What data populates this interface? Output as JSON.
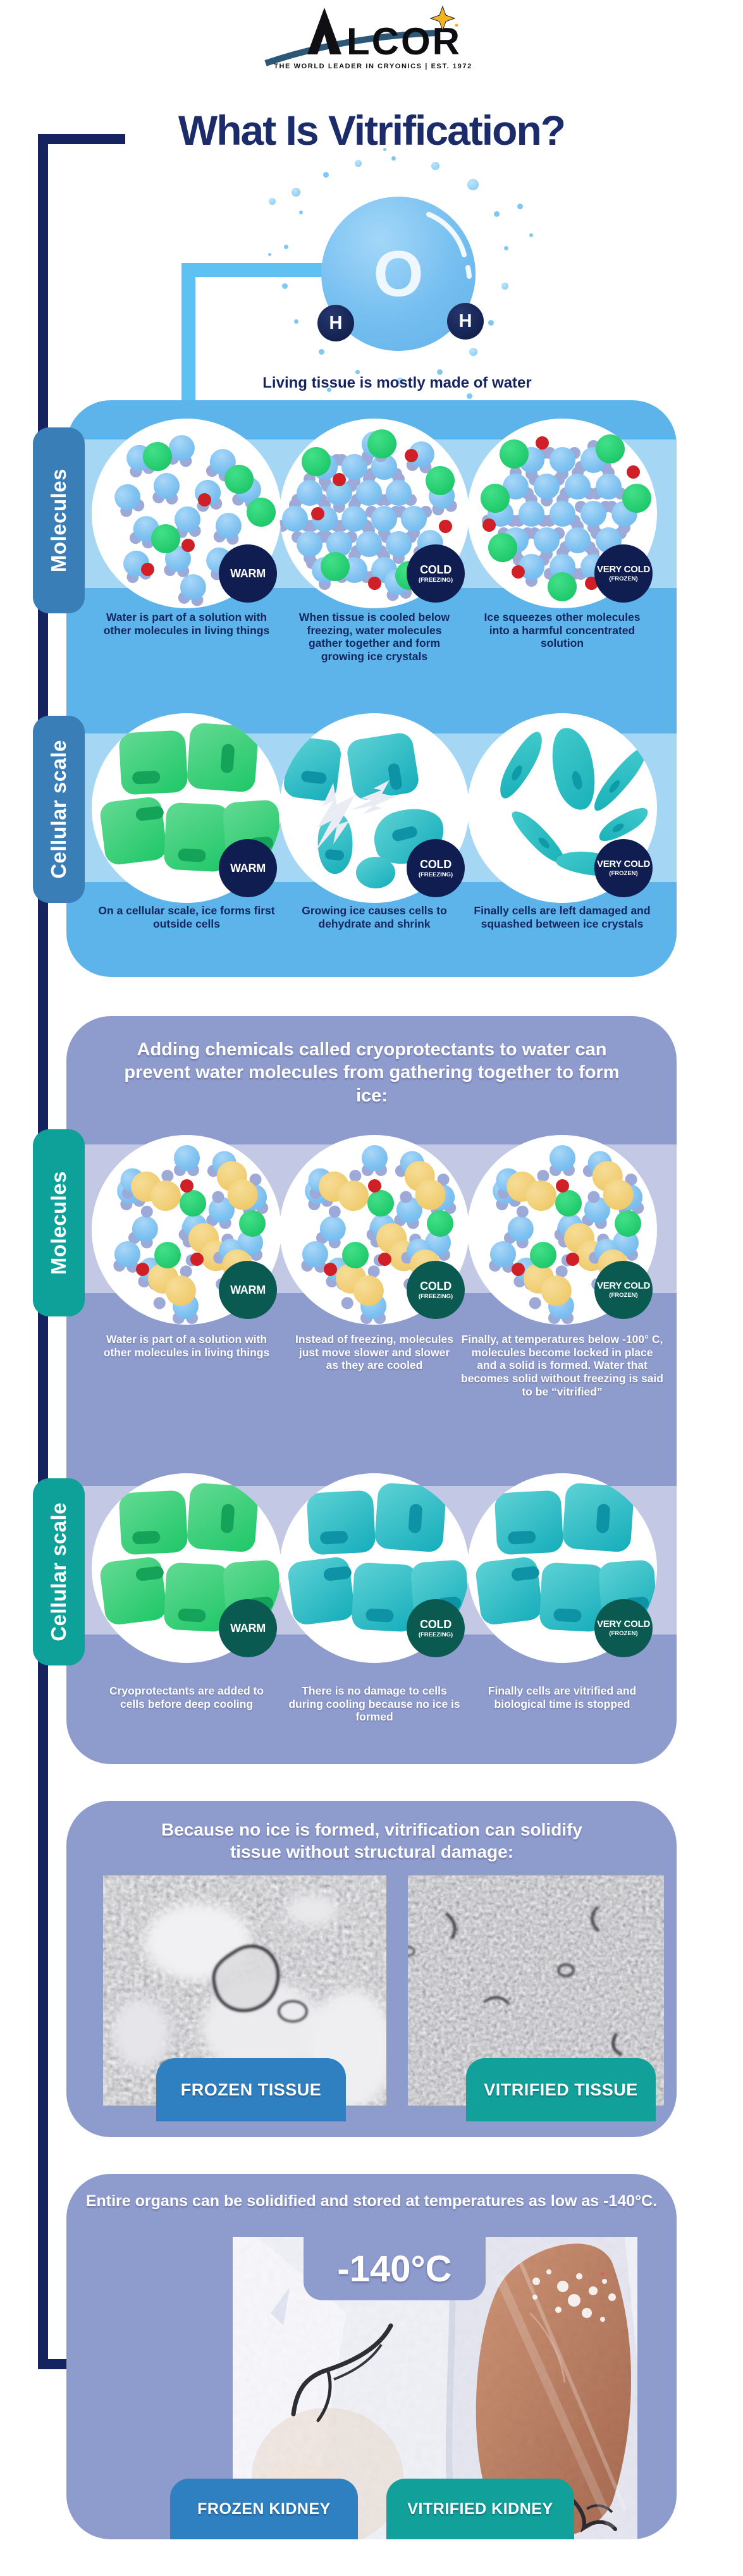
{
  "logo": {
    "letters": "LCOR",
    "tagline": "THE WORLD LEADER IN CRYONICS | EST. 1972"
  },
  "title": "What Is Vitrification?",
  "intro": {
    "o": "O",
    "h": "H",
    "caption": "Living tissue is mostly made of water"
  },
  "badges": {
    "warm": "WARM",
    "cold": "COLD",
    "cold_sub": "(FREEZING)",
    "very_cold": "VERY COLD",
    "very_cold_sub": "(FROZEN)"
  },
  "panel1": {
    "row1": {
      "label": "Molecules",
      "captions": [
        "Water is part of a solution with other molecules in living things",
        "When tissue is cooled below freezing, water molecules gather together and form growing ice crystals",
        "Ice squeezes other molecules into a harmful concentrated solution"
      ]
    },
    "row2": {
      "label": "Cellular scale",
      "captions": [
        "On a cellular scale, ice forms first outside cells",
        "Growing ice causes cells to dehydrate and shrink",
        "Finally cells are left damaged and squashed between ice crystals"
      ]
    }
  },
  "panel2": {
    "heading": "Adding chemicals called cryoprotectants to water can\nprevent water molecules from gathering together to form ice:",
    "row1": {
      "label": "Molecules",
      "captions": [
        "Water is part of a solution with other molecules in living things",
        "Instead of freezing, molecules just move slower and slower as they are cooled",
        "Finally, at temperatures below -100° C, molecules become locked in place and a solid is formed. Water that becomes solid without freezing is said to be “vitrified”"
      ]
    },
    "row2": {
      "label": "Cellular scale",
      "captions": [
        "Cryoprotectants are added to cells before deep cooling",
        "There is no damage to cells during cooling because no ice is formed",
        "Finally cells are vitrified and biological time is stopped"
      ]
    }
  },
  "panel3": {
    "heading": "Because no ice is formed, vitrification can solidify\ntissue without structural damage:",
    "labels": [
      "FROZEN TISSUE",
      "VITRIFIED TISSUE"
    ]
  },
  "panel4": {
    "heading": "Entire organs can be solidified and stored at temperatures as low as -140°C.",
    "temp": "-140°C",
    "labels": [
      "FROZEN KIDNEY",
      "VITRIFIED KIDNEY"
    ]
  },
  "colors": {
    "navy": "#15245e",
    "panel_blue": "#5cb4eb",
    "band_blue": "#a5d7f5",
    "panel_lavender": "#8e9bcd",
    "band_lavender": "#c3c9e4",
    "tab_blue": "#3a7eb8",
    "tab_teal": "#0ea19a",
    "badge_navy": "#101d50",
    "badge_teal": "#0b5a52",
    "button_blue": "#2e80c1",
    "button_teal": "#12a09a",
    "green": "#1fc968",
    "red": "#d01f26",
    "water_blue": "#7fc2f1",
    "cryoprotectant_yellow": "#edc45d"
  }
}
